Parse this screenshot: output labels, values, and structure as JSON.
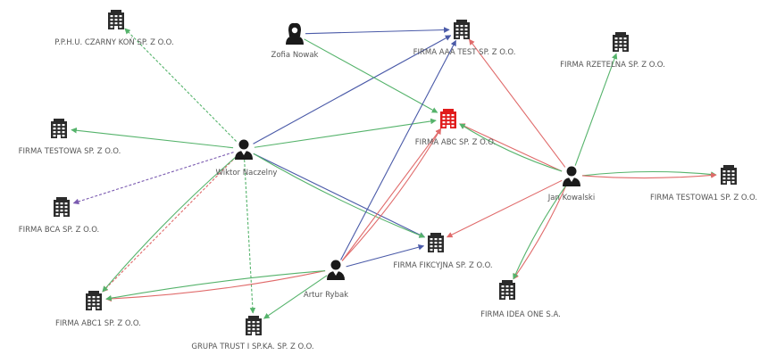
{
  "colors": {
    "red": "#e06a6a",
    "green": "#55b36b",
    "blue": "#4a5aa8",
    "purple": "#7a5ab0",
    "building": "#2b2b2b",
    "highlight": "#e01b1b",
    "person": "#1a1a1a"
  },
  "nodes": [
    {
      "id": "czarny",
      "type": "company",
      "label": "P.P.H.U. CZARNY KOŃ SP. Z O.O."
    },
    {
      "id": "zofia",
      "type": "person",
      "label": "Zofia Nowak"
    },
    {
      "id": "aaa",
      "type": "company",
      "label": "FIRMA AAA TEST SP. Z O.O."
    },
    {
      "id": "rzetelna",
      "type": "company",
      "label": "FIRMA RZETELNA SP. Z O.O."
    },
    {
      "id": "testowa",
      "type": "company",
      "label": "FIRMA TESTOWA SP. Z O.O."
    },
    {
      "id": "abc",
      "type": "company",
      "label": "FIRMA ABC SP. Z O.O.",
      "highlight": true
    },
    {
      "id": "wiktor",
      "type": "person",
      "label": "Wiktor Naczelny"
    },
    {
      "id": "jan",
      "type": "person",
      "label": "Jan Kowalski"
    },
    {
      "id": "testowa1",
      "type": "company",
      "label": "FIRMA TESTOWA1 SP. Z O.O."
    },
    {
      "id": "bca",
      "type": "company",
      "label": "FIRMA BCA SP. Z O.O."
    },
    {
      "id": "fikcyjna",
      "type": "company",
      "label": "FIRMA FIKCYJNA SP. Z O.O."
    },
    {
      "id": "artur",
      "type": "person",
      "label": "Artur Rybak"
    },
    {
      "id": "abc1",
      "type": "company",
      "label": "FIRMA ABC1 SP. Z O.O."
    },
    {
      "id": "ideaone",
      "type": "company",
      "label": "FIRMA IDEA ONE S.A."
    },
    {
      "id": "trust",
      "type": "company",
      "label": "GRUPA TRUST I SP.KA. SP. Z O.O."
    }
  ],
  "edges": [
    {
      "from": "wiktor",
      "to": "czarny",
      "color": "green",
      "dashed": true
    },
    {
      "from": "wiktor",
      "to": "testowa",
      "color": "green"
    },
    {
      "from": "wiktor",
      "to": "bca",
      "color": "purple",
      "dashed": true
    },
    {
      "from": "wiktor",
      "to": "aaa",
      "color": "blue"
    },
    {
      "from": "wiktor",
      "to": "abc",
      "color": "green"
    },
    {
      "from": "wiktor",
      "to": "fikcyjna",
      "color": "blue"
    },
    {
      "from": "wiktor",
      "to": "fikcyjna",
      "color": "green",
      "curve": 8
    },
    {
      "from": "wiktor",
      "to": "abc1",
      "color": "red",
      "dashed": true
    },
    {
      "from": "wiktor",
      "to": "abc1",
      "color": "green",
      "curve": 8
    },
    {
      "from": "wiktor",
      "to": "trust",
      "color": "green",
      "dashed": true
    },
    {
      "from": "zofia",
      "to": "aaa",
      "color": "blue"
    },
    {
      "from": "zofia",
      "to": "abc",
      "color": "green"
    },
    {
      "from": "artur",
      "to": "aaa",
      "color": "blue"
    },
    {
      "from": "artur",
      "to": "abc",
      "color": "red"
    },
    {
      "from": "artur",
      "to": "abc",
      "color": "red",
      "curve": 10
    },
    {
      "from": "artur",
      "to": "fikcyjna",
      "color": "blue"
    },
    {
      "from": "artur",
      "to": "abc1",
      "color": "red",
      "curve": -10
    },
    {
      "from": "artur",
      "to": "abc1",
      "color": "green",
      "curve": 6
    },
    {
      "from": "artur",
      "to": "trust",
      "color": "green"
    },
    {
      "from": "jan",
      "to": "aaa",
      "color": "red"
    },
    {
      "from": "jan",
      "to": "rzetelna",
      "color": "green"
    },
    {
      "from": "jan",
      "to": "abc",
      "color": "red"
    },
    {
      "from": "jan",
      "to": "abc",
      "color": "green",
      "curve": -8
    },
    {
      "from": "jan",
      "to": "testowa1",
      "color": "green",
      "curve": -8
    },
    {
      "from": "jan",
      "to": "testowa1",
      "color": "red",
      "curve": 6
    },
    {
      "from": "jan",
      "to": "fikcyjna",
      "color": "red"
    },
    {
      "from": "jan",
      "to": "ideaone",
      "color": "red",
      "curve": -6
    },
    {
      "from": "jan",
      "to": "ideaone",
      "color": "green",
      "curve": 6
    }
  ]
}
